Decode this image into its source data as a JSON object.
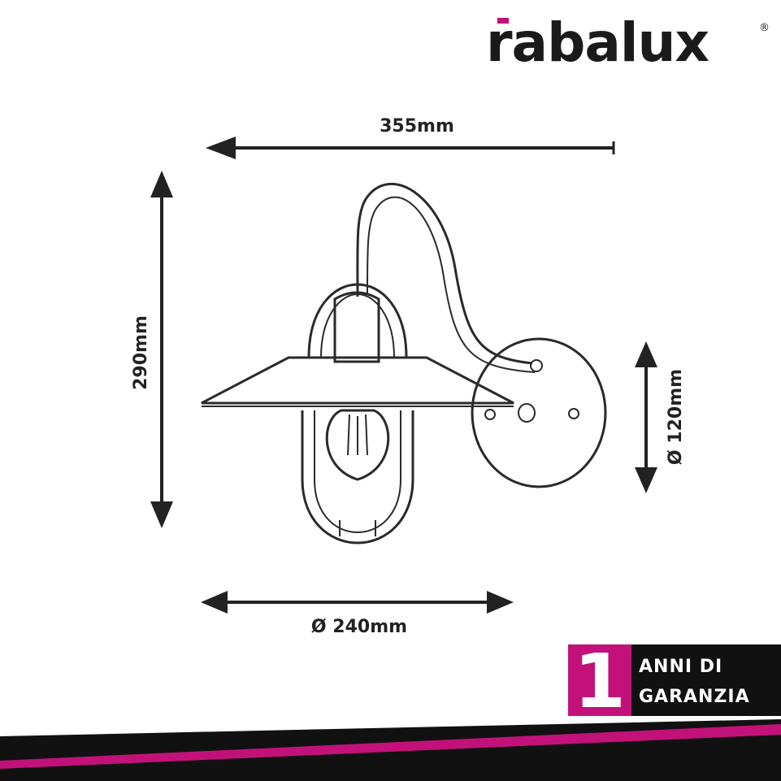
{
  "brand": {
    "logo_text": "rabalux",
    "registered_mark": "®",
    "accent_color": "#c2127a"
  },
  "dimensions": {
    "width": "355mm",
    "height": "290mm",
    "base_diameter": "Ø 120mm",
    "shade_diameter": "Ø 240mm"
  },
  "warranty": {
    "years": "1",
    "line1": "ANNI DI",
    "line2": "GARANZIA",
    "number_bg_color": "#c2127a",
    "text_bg_color": "#111111"
  },
  "product": {
    "icon": "wall-lamp-drawing"
  }
}
